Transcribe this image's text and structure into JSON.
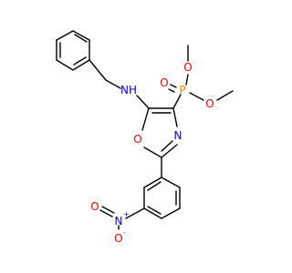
{
  "colors": {
    "bond": "#000000",
    "N": "#0000ff",
    "O": "#ff0000",
    "P": "#ff8000",
    "background": "#ffffff"
  },
  "atoms": {
    "nh": {
      "text": "NH",
      "element": "N"
    },
    "n_ring": {
      "text": "N",
      "element": "N"
    },
    "o_ring": {
      "text": "O",
      "element": "O"
    },
    "p": {
      "text": "P",
      "element": "P"
    },
    "o_dbl": {
      "text": "O",
      "element": "O"
    },
    "o_me1": {
      "text": "O",
      "element": "O"
    },
    "o_me2": {
      "text": "O",
      "element": "O"
    },
    "n_nitro": {
      "text": "N",
      "element": "N",
      "charge": "+"
    },
    "o_nitro_dbl": {
      "text": "O",
      "element": "O"
    },
    "o_nitro_neg": {
      "text": "O",
      "element": "O",
      "charge": "-"
    }
  }
}
